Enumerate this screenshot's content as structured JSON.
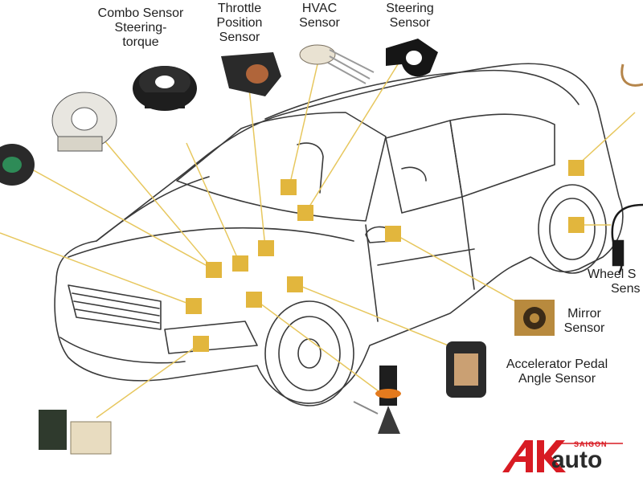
{
  "labels": {
    "combo": [
      "Combo Sensor",
      "Steering-",
      "torque"
    ],
    "throttle": [
      "Throttle",
      "Position",
      "Sensor"
    ],
    "hvac": [
      "HVAC",
      "Sensor"
    ],
    "steering": [
      "Steering",
      "Sensor"
    ],
    "wheel": [
      "Wheel S",
      "Sens"
    ],
    "mirror": [
      "Mirror",
      "Sensor"
    ],
    "accelerator": [
      "Accelerator Pedal",
      "Angle Sensor"
    ]
  },
  "brand": {
    "tag": "SAIGON",
    "word": "auto",
    "logo_letters": "AK",
    "colors": {
      "red": "#d81b23",
      "dark": "#2b2b2b"
    }
  },
  "colors": {
    "marker": "#e2b63d",
    "leader": "#e7c75e",
    "outline": "#3a3a3a"
  }
}
